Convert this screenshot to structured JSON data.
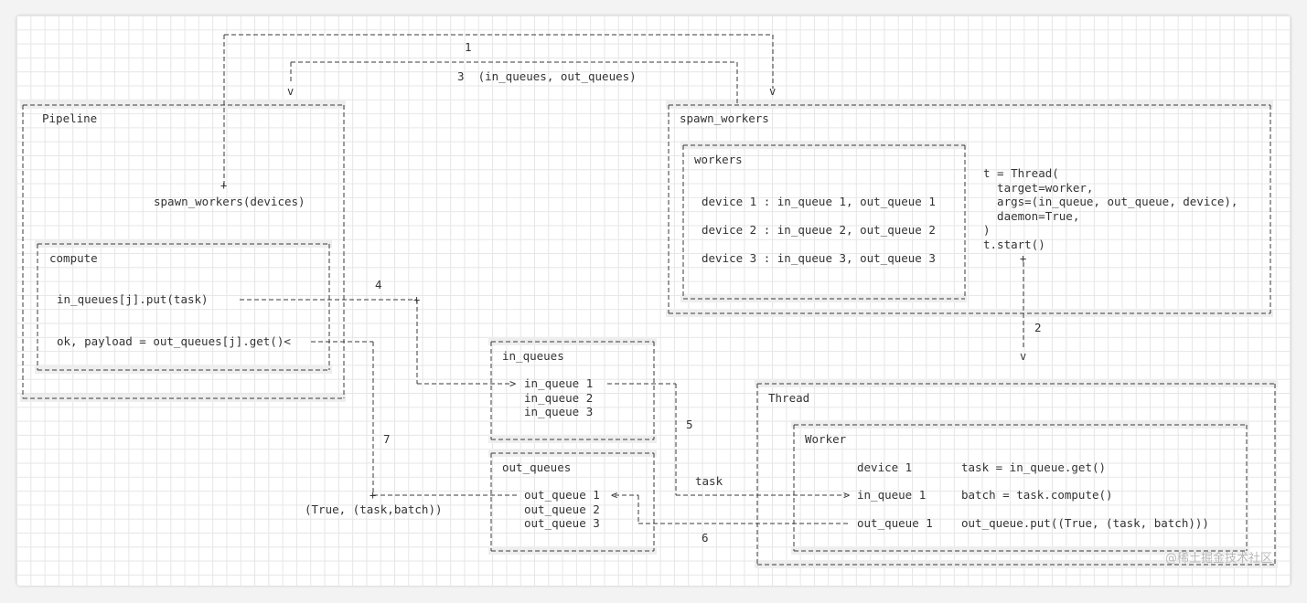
{
  "boxes": {
    "pipeline": "Pipeline",
    "compute": "compute",
    "spawn_workers": "spawn_workers",
    "workers": "workers",
    "in_queues": "in_queues",
    "out_queues": "out_queues",
    "thread": "Thread",
    "worker": "Worker"
  },
  "pipeline_text": {
    "spawn_call": "spawn_workers(devices)",
    "put_line": "in_queues[j].put(task)",
    "get_line": "ok, payload = out_queues[j].get()<"
  },
  "workers_rows": [
    "device 1 : in_queue 1, out_queue 1",
    "device 2 : in_queue 2, out_queue 2",
    "device 3 : in_queue 3, out_queue 3"
  ],
  "thread_code": [
    "t = Thread(",
    "  target=worker,",
    "  args=(in_queue, out_queue, device),",
    "  daemon=True,",
    ")",
    "t.start()"
  ],
  "in_queue_items": [
    "in_queue 1",
    "in_queue 2",
    "in_queue 3"
  ],
  "out_queue_items": [
    "out_queue 1",
    "out_queue 2",
    "out_queue 3"
  ],
  "worker_rows": {
    "device": "device 1",
    "in_queue": "in_queue 1",
    "out_queue": "out_queue 1",
    "get": "task = in_queue.get()",
    "compute": "batch = task.compute()",
    "put": "out_queue.put((True, (task, batch)))"
  },
  "edge_labels": {
    "e1": "1",
    "e3": "3  (in_queues, out_queues)",
    "e4": "4",
    "e2": "2",
    "e5": "5",
    "e7": "7",
    "e6": "6",
    "task": "task",
    "result": "(True, (task,batch))"
  },
  "watermark": "@稀土掘金技术社区"
}
